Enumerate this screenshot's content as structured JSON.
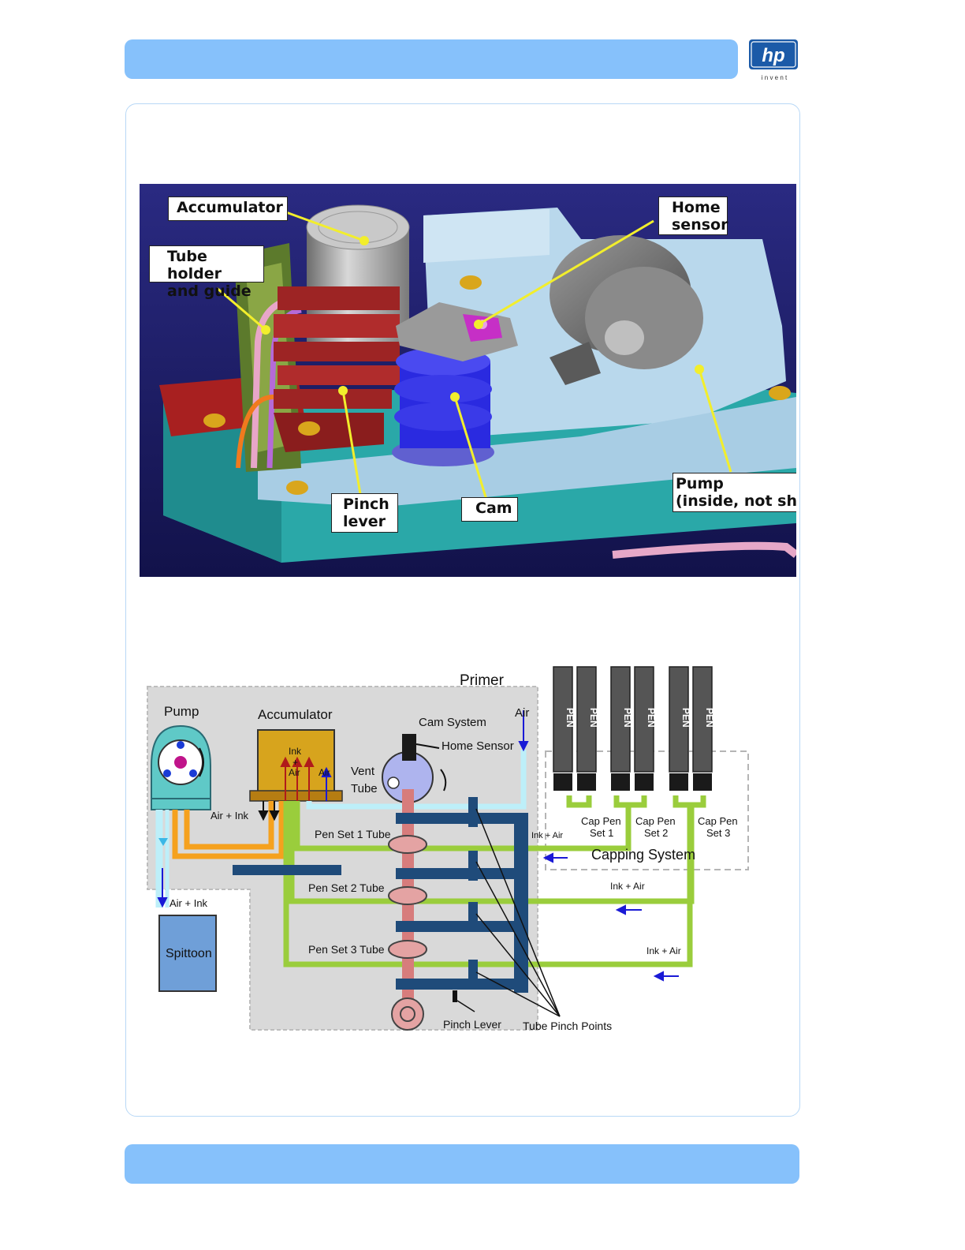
{
  "logo": {
    "letters": "hp",
    "tagline": "i n v e n t"
  },
  "photo": {
    "labels": {
      "accumulator": "Accumulator",
      "tube_holder": "Tube holder\nand guide",
      "home_sensor": "Home\nsensor",
      "pinch_lever": "Pinch\nlever",
      "cam": "Cam",
      "pump": "Pump\n(inside, not show"
    }
  },
  "schematic": {
    "primer": "Primer",
    "pump": "Pump",
    "accumulator": "Accumulator",
    "acc_ink": "Ink",
    "acc_plus": "+",
    "acc_air": "Air",
    "acc_air2": "Air",
    "vent": "Vent",
    "tube": "Tube",
    "cam_system": "Cam System",
    "home_sensor": "Home Sensor",
    "air_top": "Air",
    "air_ink_pump": "Air + Ink",
    "air_ink_spittoon": "Air + Ink",
    "spittoon": "Spittoon",
    "pen_set_1_tube": "Pen Set 1 Tube",
    "pen_set_2_tube": "Pen Set 2 Tube",
    "pen_set_3_tube": "Pen Set 3 Tube",
    "ink_air_1": "Ink + Air",
    "ink_air_2": "Ink + Air",
    "ink_air_3": "Ink + Air",
    "cap_pen_set_1": [
      "Cap Pen",
      "Set 1"
    ],
    "cap_pen_set_2": [
      "Cap Pen",
      "Set 2"
    ],
    "cap_pen_set_3": [
      "Cap Pen",
      "Set 3"
    ],
    "capping_system": "Capping System",
    "pen": "PEN",
    "pinch_lever": "Pinch Lever",
    "tube_pinch_points": "Tube Pinch Points"
  },
  "colors": {
    "header_bar": "#86c1fb",
    "photo_background": "#1e1e6e",
    "callout_line": "#f2ee2c",
    "green_tube": "#9acd3c",
    "orange_tube": "#f5a11e",
    "cyan_tube": "#bdeff9",
    "primer_bg": "#d9d9d9",
    "pinch_lever": "#1f4b7a",
    "accumulator": "#d7a41d",
    "spittoon": "#6f9fd8"
  }
}
